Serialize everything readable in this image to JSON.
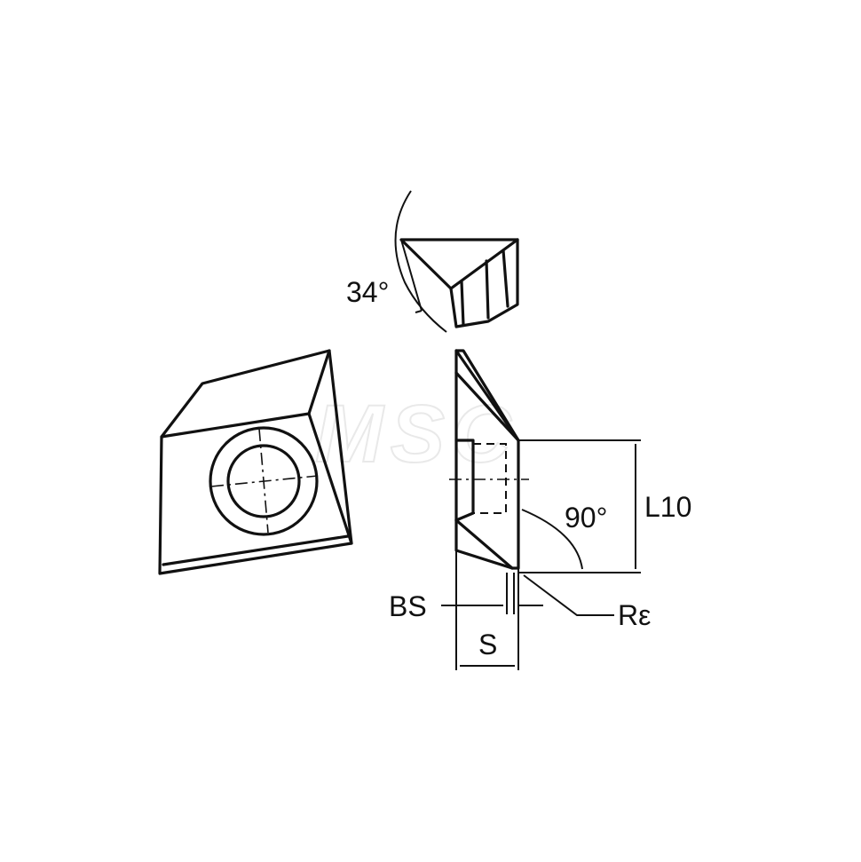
{
  "labels": {
    "angle_top": "34°",
    "angle_right": "90°",
    "length": "L10",
    "bevel_width": "BS",
    "thickness": "S",
    "corner_radius": "Rε"
  },
  "watermark": "MSC",
  "colors": {
    "line": "#111111",
    "background": "#ffffff",
    "watermark": "#e9e9e9"
  }
}
